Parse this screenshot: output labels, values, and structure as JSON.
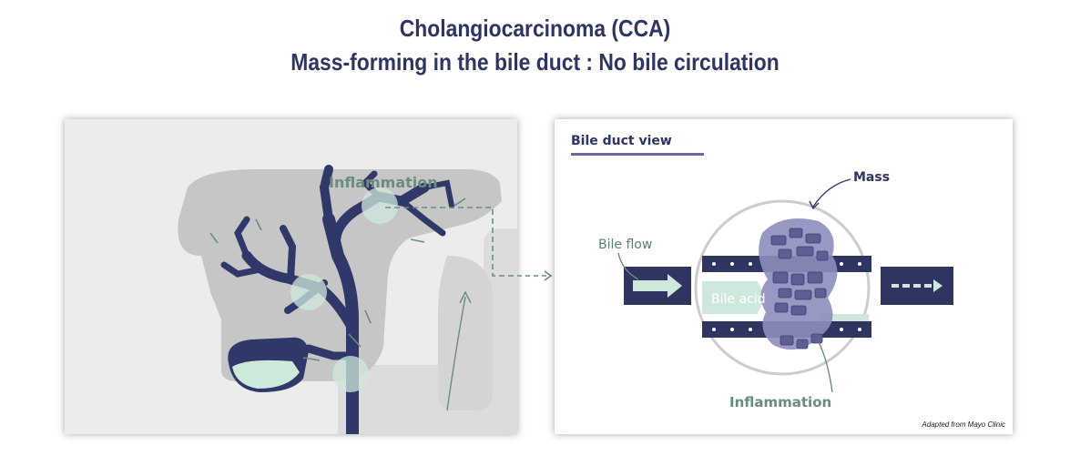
{
  "header": {
    "title": "Cholangiocarcinoma (CCA)",
    "subtitle": "Mass-forming in the bile duct : No bile circulation"
  },
  "left_panel": {
    "inflammation_label": "Inflammation"
  },
  "right_panel": {
    "heading": "Bile duct view",
    "mass_label": "Mass",
    "bile_flow_label": "Bile flow",
    "bile_acid_label": "Bile acid",
    "inflammation_label": "Inflammation",
    "credit": "Adapted from Mayo Clinic"
  },
  "colors": {
    "navy": "#2e3561",
    "duct_navy": "#30386a",
    "mint": "#cfe8dc",
    "green_annotation": "#6b8c7e",
    "mass_purple": "#6a6aa0",
    "liver_gray": "#c6c6c6"
  }
}
